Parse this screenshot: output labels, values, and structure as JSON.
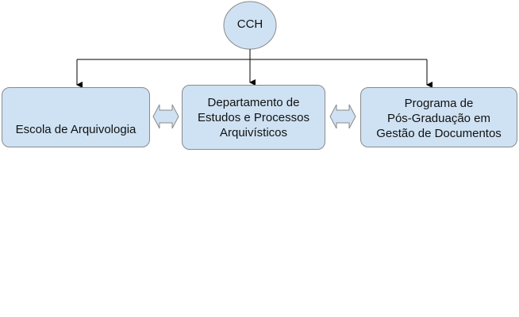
{
  "root": {
    "label": "CCH"
  },
  "boxes": [
    {
      "lines": [
        "Escola de Arquivologia"
      ]
    },
    {
      "lines": [
        "Departamento de",
        "Estudos e Processos",
        "Arquivísticos"
      ]
    },
    {
      "lines": [
        "Programa de",
        "Pós-Graduação em",
        "Gestão de Documentos"
      ]
    }
  ],
  "colors": {
    "fill": "#cfe2f3",
    "border": "#8a8a8a",
    "line": "#000000"
  }
}
